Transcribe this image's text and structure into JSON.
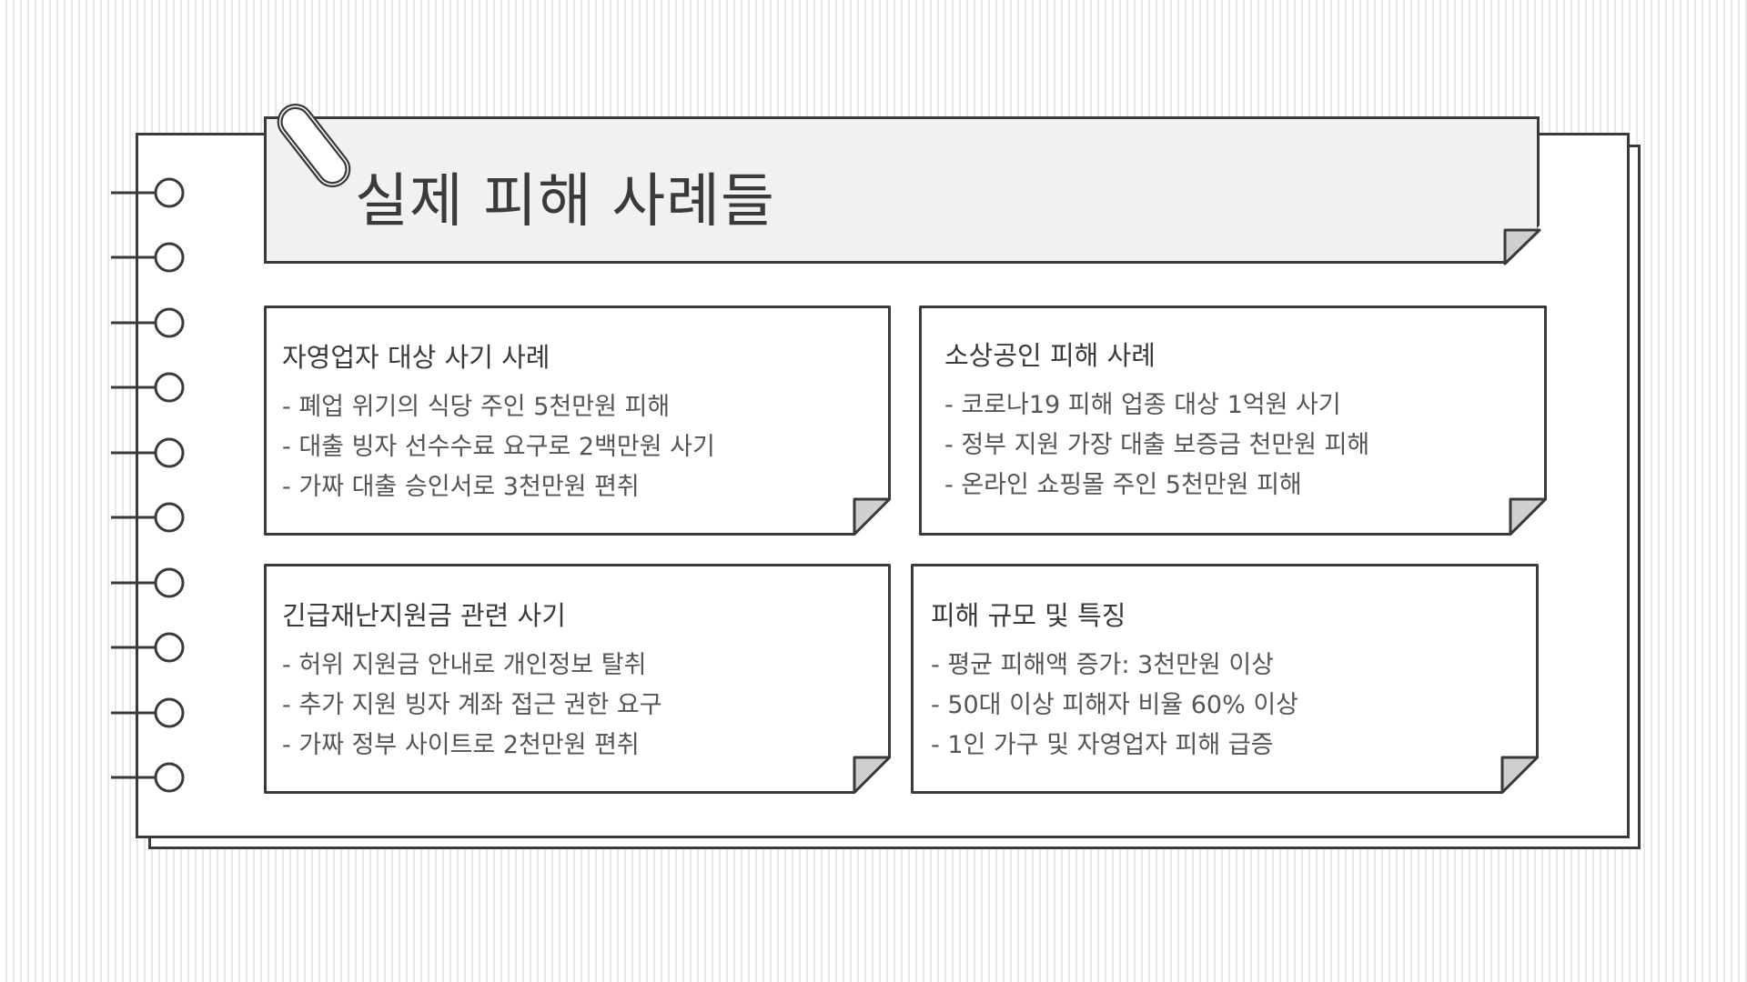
{
  "title": "실제 피해 사례들",
  "cards": [
    {
      "title": "자영업자 대상 사기 사례",
      "items": [
        "- 폐업 위기의 식당 주인 5천만원 피해",
        "- 대출 빙자 선수수료 요구로 2백만원 사기",
        "- 가짜 대출 승인서로 3천만원 편취"
      ]
    },
    {
      "title": "소상공인 피해 사례",
      "items": [
        "- 코로나19 피해 업종 대상 1억원 사기",
        "- 정부 지원 가장 대출 보증금 천만원 피해",
        "- 온라인 쇼핑몰 주인 5천만원 피해"
      ]
    },
    {
      "title": "긴급재난지원금 관련 사기",
      "items": [
        "- 허위 지원금 안내로 개인정보 탈취",
        "- 추가 지원 빙자 계좌 접근 권한 요구",
        "- 가짜 정부 사이트로 2천만원 편취"
      ]
    },
    {
      "title": "피해 규모 및 특징",
      "items": [
        "- 평균 피해액 증가: 3천만원 이상",
        "- 50대 이상 피해자 비율 60% 이상",
        "- 1인 가구 및 자영업자 피해 급증"
      ]
    }
  ],
  "colors": {
    "ink": "#3a3a3a",
    "banner_fill": "#f1f1f1",
    "fold_fill": "#cfcfcf",
    "stripe": "#e6ebe6"
  },
  "icons": {
    "binding_rings": "spiral-ring-icon",
    "paperclip": "paperclip-icon",
    "page_fold": "folded-corner-icon"
  }
}
